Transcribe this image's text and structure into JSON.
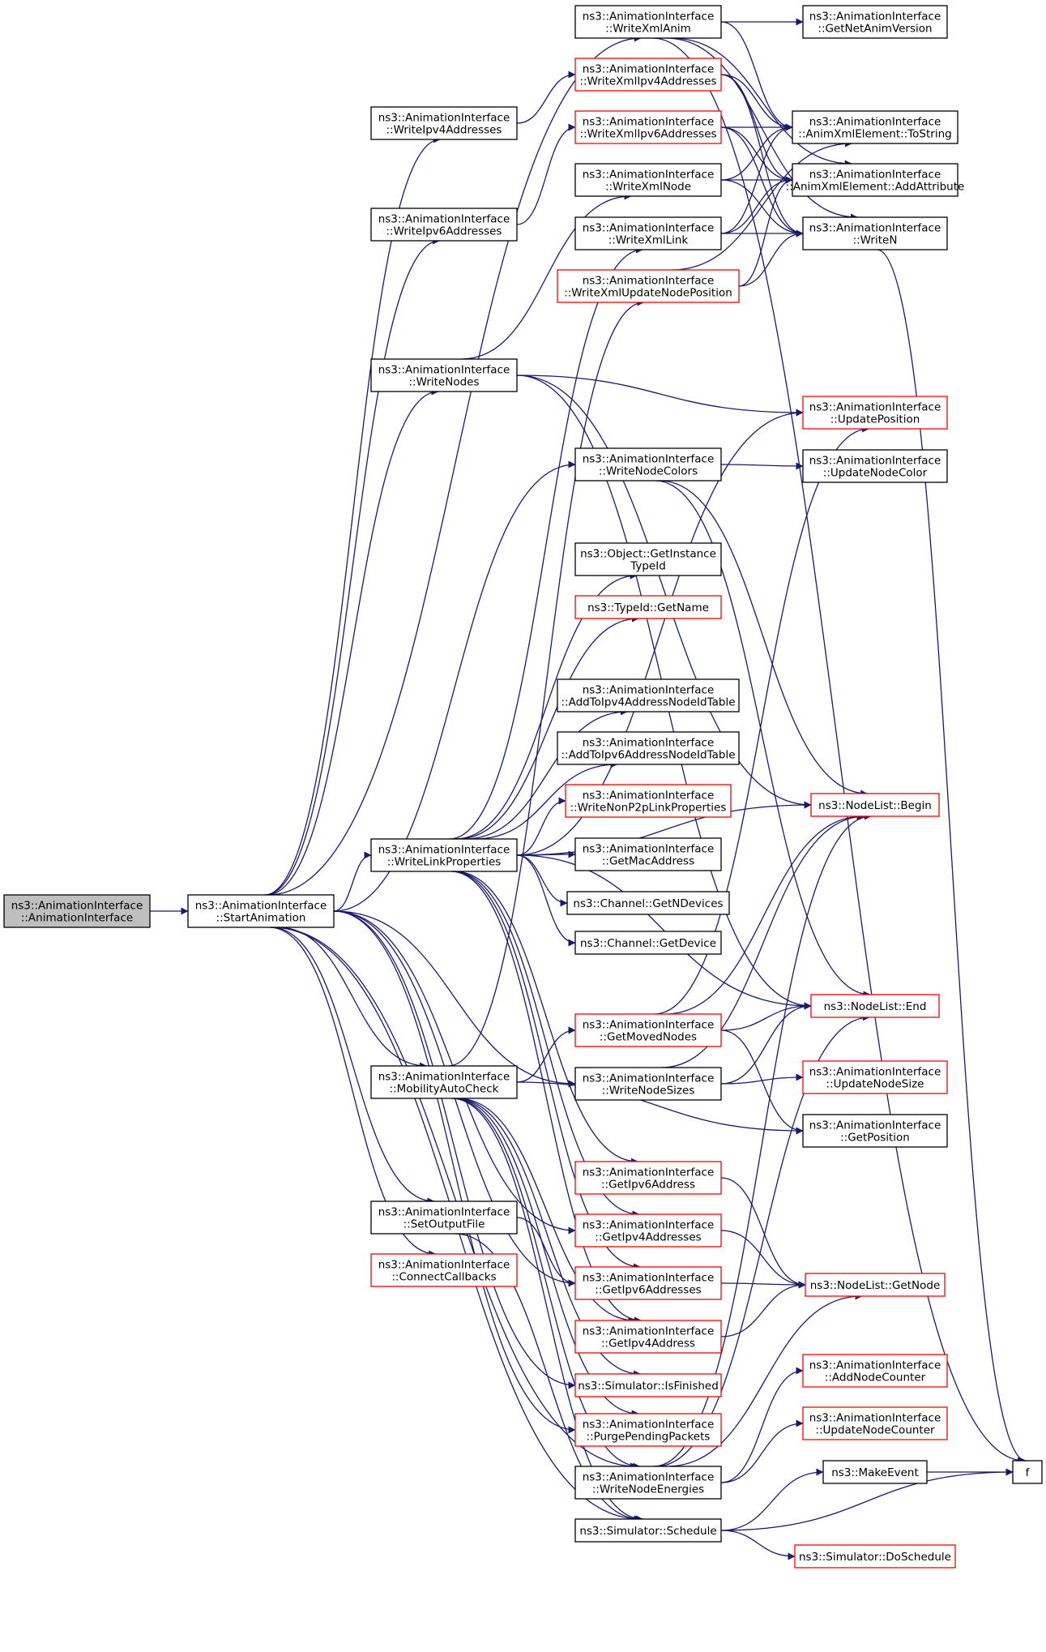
{
  "colors": {
    "edge": "#191970",
    "border_normal": "#000000",
    "border_red": "#ff0000",
    "fill_focus": "#bfbfbf",
    "fill_normal": "#ffffff"
  },
  "nodes": {
    "ctor": {
      "lines": [
        "ns3::AnimationInterface",
        "::AnimationInterface"
      ],
      "style": "focus"
    },
    "start": {
      "lines": [
        "ns3::AnimationInterface",
        "::StartAnimation"
      ],
      "style": "normal"
    },
    "wIpv4": {
      "lines": [
        "ns3::AnimationInterface",
        "::WriteIpv4Addresses"
      ],
      "style": "normal"
    },
    "wIpv6": {
      "lines": [
        "ns3::AnimationInterface",
        "::WriteIpv6Addresses"
      ],
      "style": "normal"
    },
    "wNodes": {
      "lines": [
        "ns3::AnimationInterface",
        "::WriteNodes"
      ],
      "style": "normal"
    },
    "wLinkProps": {
      "lines": [
        "ns3::AnimationInterface",
        "::WriteLinkProperties"
      ],
      "style": "normal"
    },
    "mobility": {
      "lines": [
        "ns3::AnimationInterface",
        "::MobilityAutoCheck"
      ],
      "style": "normal"
    },
    "setOut": {
      "lines": [
        "ns3::AnimationInterface",
        "::SetOutputFile"
      ],
      "style": "normal"
    },
    "connCb": {
      "lines": [
        "ns3::AnimationInterface",
        "::ConnectCallbacks"
      ],
      "style": "red"
    },
    "xmlAnim": {
      "lines": [
        "ns3::AnimationInterface",
        "::WriteXmlAnim"
      ],
      "style": "normal"
    },
    "xmlIpv4": {
      "lines": [
        "ns3::AnimationInterface",
        "::WriteXmlIpv4Addresses"
      ],
      "style": "red"
    },
    "xmlIpv6": {
      "lines": [
        "ns3::AnimationInterface",
        "::WriteXmlIpv6Addresses"
      ],
      "style": "red"
    },
    "xmlNode": {
      "lines": [
        "ns3::AnimationInterface",
        "::WriteXmlNode"
      ],
      "style": "normal"
    },
    "xmlLink": {
      "lines": [
        "ns3::AnimationInterface",
        "::WriteXmlLink"
      ],
      "style": "normal"
    },
    "xmlUpd": {
      "lines": [
        "ns3::AnimationInterface",
        "::WriteXmlUpdateNodePosition"
      ],
      "style": "red"
    },
    "nodeColors": {
      "lines": [
        "ns3::AnimationInterface",
        "::WriteNodeColors"
      ],
      "style": "normal"
    },
    "getInstType": {
      "lines": [
        "ns3::Object::GetInstance",
        "TypeId"
      ],
      "style": "normal"
    },
    "typeName": {
      "lines": [
        "ns3::TypeId::GetName"
      ],
      "style": "red"
    },
    "addIpv4Tbl": {
      "lines": [
        "ns3::AnimationInterface",
        "::AddToIpv4AddressNodeIdTable"
      ],
      "style": "normal"
    },
    "addIpv6Tbl": {
      "lines": [
        "ns3::AnimationInterface",
        "::AddToIpv6AddressNodeIdTable"
      ],
      "style": "normal"
    },
    "nonP2p": {
      "lines": [
        "ns3::AnimationInterface",
        "::WriteNonP2pLinkProperties"
      ],
      "style": "red"
    },
    "getMac": {
      "lines": [
        "ns3::AnimationInterface",
        "::GetMacAddress"
      ],
      "style": "normal"
    },
    "chanN": {
      "lines": [
        "ns3::Channel::GetNDevices"
      ],
      "style": "normal"
    },
    "chanDev": {
      "lines": [
        "ns3::Channel::GetDevice"
      ],
      "style": "normal"
    },
    "movedNodes": {
      "lines": [
        "ns3::AnimationInterface",
        "::GetMovedNodes"
      ],
      "style": "red"
    },
    "nodeSizes": {
      "lines": [
        "ns3::AnimationInterface",
        "::WriteNodeSizes"
      ],
      "style": "normal"
    },
    "getIpv6": {
      "lines": [
        "ns3::AnimationInterface",
        "::GetIpv6Address"
      ],
      "style": "red"
    },
    "getIpv4s": {
      "lines": [
        "ns3::AnimationInterface",
        "::GetIpv4Addresses"
      ],
      "style": "red"
    },
    "getIpv6s": {
      "lines": [
        "ns3::AnimationInterface",
        "::GetIpv6Addresses"
      ],
      "style": "red"
    },
    "getIpv4": {
      "lines": [
        "ns3::AnimationInterface",
        "::GetIpv4Address"
      ],
      "style": "red"
    },
    "simFin": {
      "lines": [
        "ns3::Simulator::IsFinished"
      ],
      "style": "red"
    },
    "purge": {
      "lines": [
        "ns3::AnimationInterface",
        "::PurgePendingPackets"
      ],
      "style": "red"
    },
    "nodeEnerg": {
      "lines": [
        "ns3::AnimationInterface",
        "::WriteNodeEnergies"
      ],
      "style": "normal"
    },
    "simSched": {
      "lines": [
        "ns3::Simulator::Schedule"
      ],
      "style": "normal"
    },
    "netAnimVer": {
      "lines": [
        "ns3::AnimationInterface",
        "::GetNetAnimVersion"
      ],
      "style": "normal"
    },
    "toString": {
      "lines": [
        "ns3::AnimationInterface",
        "::AnimXmlElement::ToString"
      ],
      "style": "normal"
    },
    "addAttr": {
      "lines": [
        "ns3::AnimationInterface",
        "::AnimXmlElement::AddAttribute"
      ],
      "style": "normal"
    },
    "writeN": {
      "lines": [
        "ns3::AnimationInterface",
        "::WriteN"
      ],
      "style": "normal"
    },
    "updPos": {
      "lines": [
        "ns3::AnimationInterface",
        "::UpdatePosition"
      ],
      "style": "red"
    },
    "updColor": {
      "lines": [
        "ns3::AnimationInterface",
        "::UpdateNodeColor"
      ],
      "style": "normal"
    },
    "begin": {
      "lines": [
        "ns3::NodeList::Begin"
      ],
      "style": "red"
    },
    "end": {
      "lines": [
        "ns3::NodeList::End"
      ],
      "style": "red"
    },
    "updSize": {
      "lines": [
        "ns3::AnimationInterface",
        "::UpdateNodeSize"
      ],
      "style": "red"
    },
    "getPos": {
      "lines": [
        "ns3::AnimationInterface",
        "::GetPosition"
      ],
      "style": "normal"
    },
    "getNode": {
      "lines": [
        "ns3::NodeList::GetNode"
      ],
      "style": "red"
    },
    "addCounter": {
      "lines": [
        "ns3::AnimationInterface",
        "::AddNodeCounter"
      ],
      "style": "red"
    },
    "updCounter": {
      "lines": [
        "ns3::AnimationInterface",
        "::UpdateNodeCounter"
      ],
      "style": "red"
    },
    "makeEvent": {
      "lines": [
        "ns3::MakeEvent"
      ],
      "style": "normal"
    },
    "doSched": {
      "lines": [
        "ns3::Simulator::DoSchedule"
      ],
      "style": "red"
    },
    "f": {
      "lines": [
        "f"
      ],
      "style": "normal"
    }
  },
  "edges": [
    [
      "ctor",
      "start"
    ],
    [
      "start",
      "xmlAnim"
    ],
    [
      "start",
      "wIpv4"
    ],
    [
      "start",
      "wIpv6"
    ],
    [
      "start",
      "wNodes"
    ],
    [
      "start",
      "nodeColors"
    ],
    [
      "start",
      "wLinkProps"
    ],
    [
      "start",
      "mobility"
    ],
    [
      "start",
      "nodeSizes"
    ],
    [
      "start",
      "setOut"
    ],
    [
      "start",
      "connCb"
    ],
    [
      "start",
      "simSched"
    ],
    [
      "start",
      "nodeEnerg"
    ],
    [
      "start",
      "purge"
    ],
    [
      "start",
      "simFin"
    ],
    [
      "start",
      "getIpv4s"
    ],
    [
      "start",
      "getIpv6s"
    ],
    [
      "wIpv4",
      "xmlIpv4"
    ],
    [
      "wIpv6",
      "xmlIpv6"
    ],
    [
      "wNodes",
      "xmlNode"
    ],
    [
      "wNodes",
      "updPos"
    ],
    [
      "wNodes",
      "begin"
    ],
    [
      "wNodes",
      "end"
    ],
    [
      "wLinkProps",
      "xmlLink"
    ],
    [
      "wLinkProps",
      "getInstType"
    ],
    [
      "wLinkProps",
      "typeName"
    ],
    [
      "wLinkProps",
      "addIpv4Tbl"
    ],
    [
      "wLinkProps",
      "addIpv6Tbl"
    ],
    [
      "wLinkProps",
      "nonP2p"
    ],
    [
      "wLinkProps",
      "getMac"
    ],
    [
      "wLinkProps",
      "chanN"
    ],
    [
      "wLinkProps",
      "chanDev"
    ],
    [
      "wLinkProps",
      "begin"
    ],
    [
      "wLinkProps",
      "end"
    ],
    [
      "wLinkProps",
      "getIpv6"
    ],
    [
      "wLinkProps",
      "getIpv4s"
    ],
    [
      "wLinkProps",
      "getIpv6s"
    ],
    [
      "wLinkProps",
      "getIpv4"
    ],
    [
      "wLinkProps",
      "updPos"
    ],
    [
      "mobility",
      "xmlUpd"
    ],
    [
      "mobility",
      "movedNodes"
    ],
    [
      "mobility",
      "getPos"
    ],
    [
      "mobility",
      "simSched"
    ],
    [
      "mobility",
      "simFin"
    ],
    [
      "mobility",
      "purge"
    ],
    [
      "mobility",
      "nodeEnerg"
    ],
    [
      "mobility",
      "getIpv4"
    ],
    [
      "setOut",
      "simSched"
    ],
    [
      "setOut",
      "getIpv6s"
    ],
    [
      "xmlAnim",
      "netAnimVer"
    ],
    [
      "xmlAnim",
      "toString"
    ],
    [
      "xmlAnim",
      "addAttr"
    ],
    [
      "xmlAnim",
      "writeN"
    ],
    [
      "xmlAnim",
      "f"
    ],
    [
      "xmlIpv4",
      "toString"
    ],
    [
      "xmlIpv4",
      "addAttr"
    ],
    [
      "xmlIpv4",
      "writeN"
    ],
    [
      "xmlIpv6",
      "toString"
    ],
    [
      "xmlIpv6",
      "addAttr"
    ],
    [
      "xmlIpv6",
      "writeN"
    ],
    [
      "xmlNode",
      "toString"
    ],
    [
      "xmlNode",
      "addAttr"
    ],
    [
      "xmlNode",
      "writeN"
    ],
    [
      "xmlLink",
      "toString"
    ],
    [
      "xmlLink",
      "addAttr"
    ],
    [
      "xmlLink",
      "writeN"
    ],
    [
      "xmlUpd",
      "toString"
    ],
    [
      "xmlUpd",
      "addAttr"
    ],
    [
      "xmlUpd",
      "writeN"
    ],
    [
      "writeN",
      "f"
    ],
    [
      "nodeColors",
      "updColor"
    ],
    [
      "nodeColors",
      "begin"
    ],
    [
      "nodeColors",
      "end"
    ],
    [
      "movedNodes",
      "updPos"
    ],
    [
      "movedNodes",
      "begin"
    ],
    [
      "movedNodes",
      "end"
    ],
    [
      "movedNodes",
      "getPos"
    ],
    [
      "nodeSizes",
      "updSize"
    ],
    [
      "nodeSizes",
      "begin"
    ],
    [
      "nodeSizes",
      "end"
    ],
    [
      "getIpv6",
      "getNode"
    ],
    [
      "getIpv4s",
      "getNode"
    ],
    [
      "getIpv6s",
      "getNode"
    ],
    [
      "getIpv4",
      "getNode"
    ],
    [
      "nodeEnerg",
      "addCounter"
    ],
    [
      "nodeEnerg",
      "updCounter"
    ],
    [
      "nodeEnerg",
      "begin"
    ],
    [
      "nodeEnerg",
      "end"
    ],
    [
      "nodeEnerg",
      "getNode"
    ],
    [
      "simSched",
      "makeEvent"
    ],
    [
      "simSched",
      "doSched"
    ],
    [
      "simSched",
      "f"
    ],
    [
      "makeEvent",
      "f"
    ]
  ]
}
